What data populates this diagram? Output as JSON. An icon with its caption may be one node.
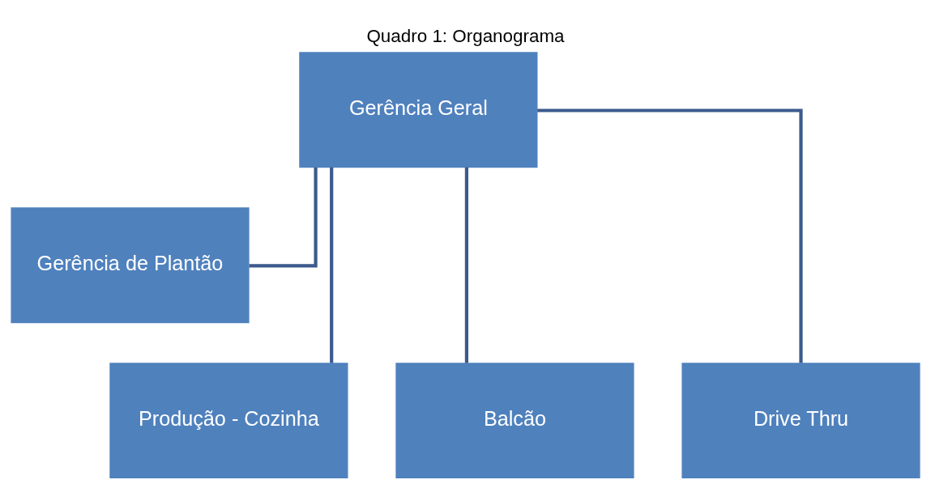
{
  "diagram": {
    "title": "Quadro 1: Organograma",
    "nodes": [
      {
        "text": [
          "Gerência Geral"
        ]
      },
      {
        "text": [
          "Gerência de Plantão"
        ]
      },
      {
        "text": [
          "Produção - Cozinha"
        ]
      },
      {
        "text": [
          "Balcão"
        ]
      },
      {
        "text": [
          "Drive Thru"
        ]
      }
    ],
    "edges": [
      {
        "from": 0,
        "to": 1,
        "arrow": "none"
      },
      {
        "from": 0,
        "to": 2,
        "arrow": "none"
      },
      {
        "from": 0,
        "to": 3,
        "arrow": "none"
      },
      {
        "from": 0,
        "to": 4,
        "arrow": "none"
      }
    ]
  }
}
